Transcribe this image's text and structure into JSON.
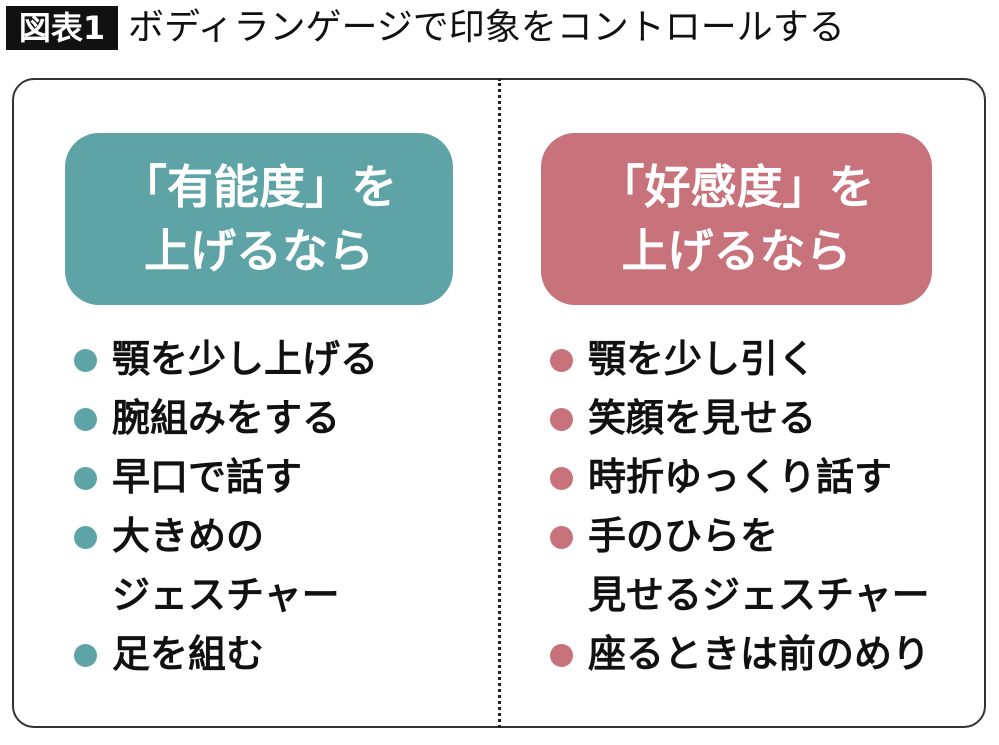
{
  "header": {
    "figure_label": "図表1",
    "title": "ボディランゲージで印象をコントロールする"
  },
  "colors": {
    "competence": "#5ea4a7",
    "likability": "#c8727c"
  },
  "columns": [
    {
      "heading_line1": "「有能度」を",
      "heading_line2": "上げるなら",
      "items": [
        [
          "顎を少し上げる"
        ],
        [
          "腕組みをする"
        ],
        [
          "早口で話す"
        ],
        [
          "大きめの",
          "ジェスチャー"
        ],
        [
          "足を組む"
        ]
      ]
    },
    {
      "heading_line1": "「好感度」を",
      "heading_line2": "上げるなら",
      "items": [
        [
          "顎を少し引く"
        ],
        [
          "笑顔を見せる"
        ],
        [
          "時折ゆっくり話す"
        ],
        [
          "手のひらを",
          "見せるジェスチャー"
        ],
        [
          "座るときは前のめり"
        ]
      ]
    }
  ]
}
